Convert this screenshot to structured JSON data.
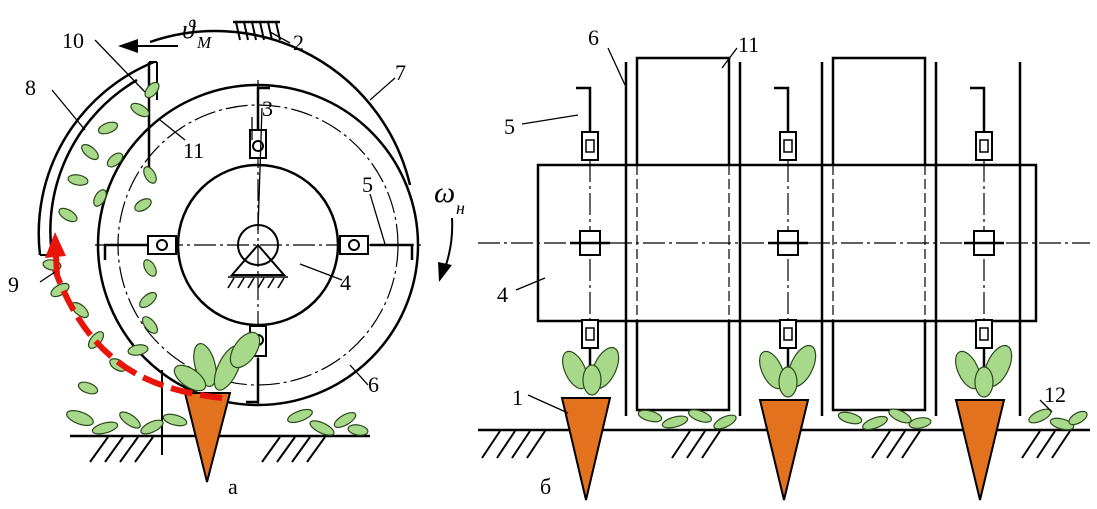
{
  "labels": {
    "l1": "1",
    "l2": "2",
    "l3": "3",
    "l4": "4",
    "l5": "5",
    "l6": "6",
    "l7": "7",
    "l8": "8",
    "l9": "9",
    "l10": "10",
    "l11": "11",
    "l12": "12",
    "r4": "4",
    "r5": "5",
    "r6": "6",
    "r11": "11"
  },
  "symbols": {
    "velocity": "ϑ",
    "velocity_sub": "M",
    "omega": "ω",
    "omega_sub": "н"
  },
  "captions": {
    "left": "а",
    "right": "б"
  },
  "colors": {
    "leaf": "#a8d98a",
    "carrot": "#e2721d",
    "path_arrow": "#e8140a"
  }
}
